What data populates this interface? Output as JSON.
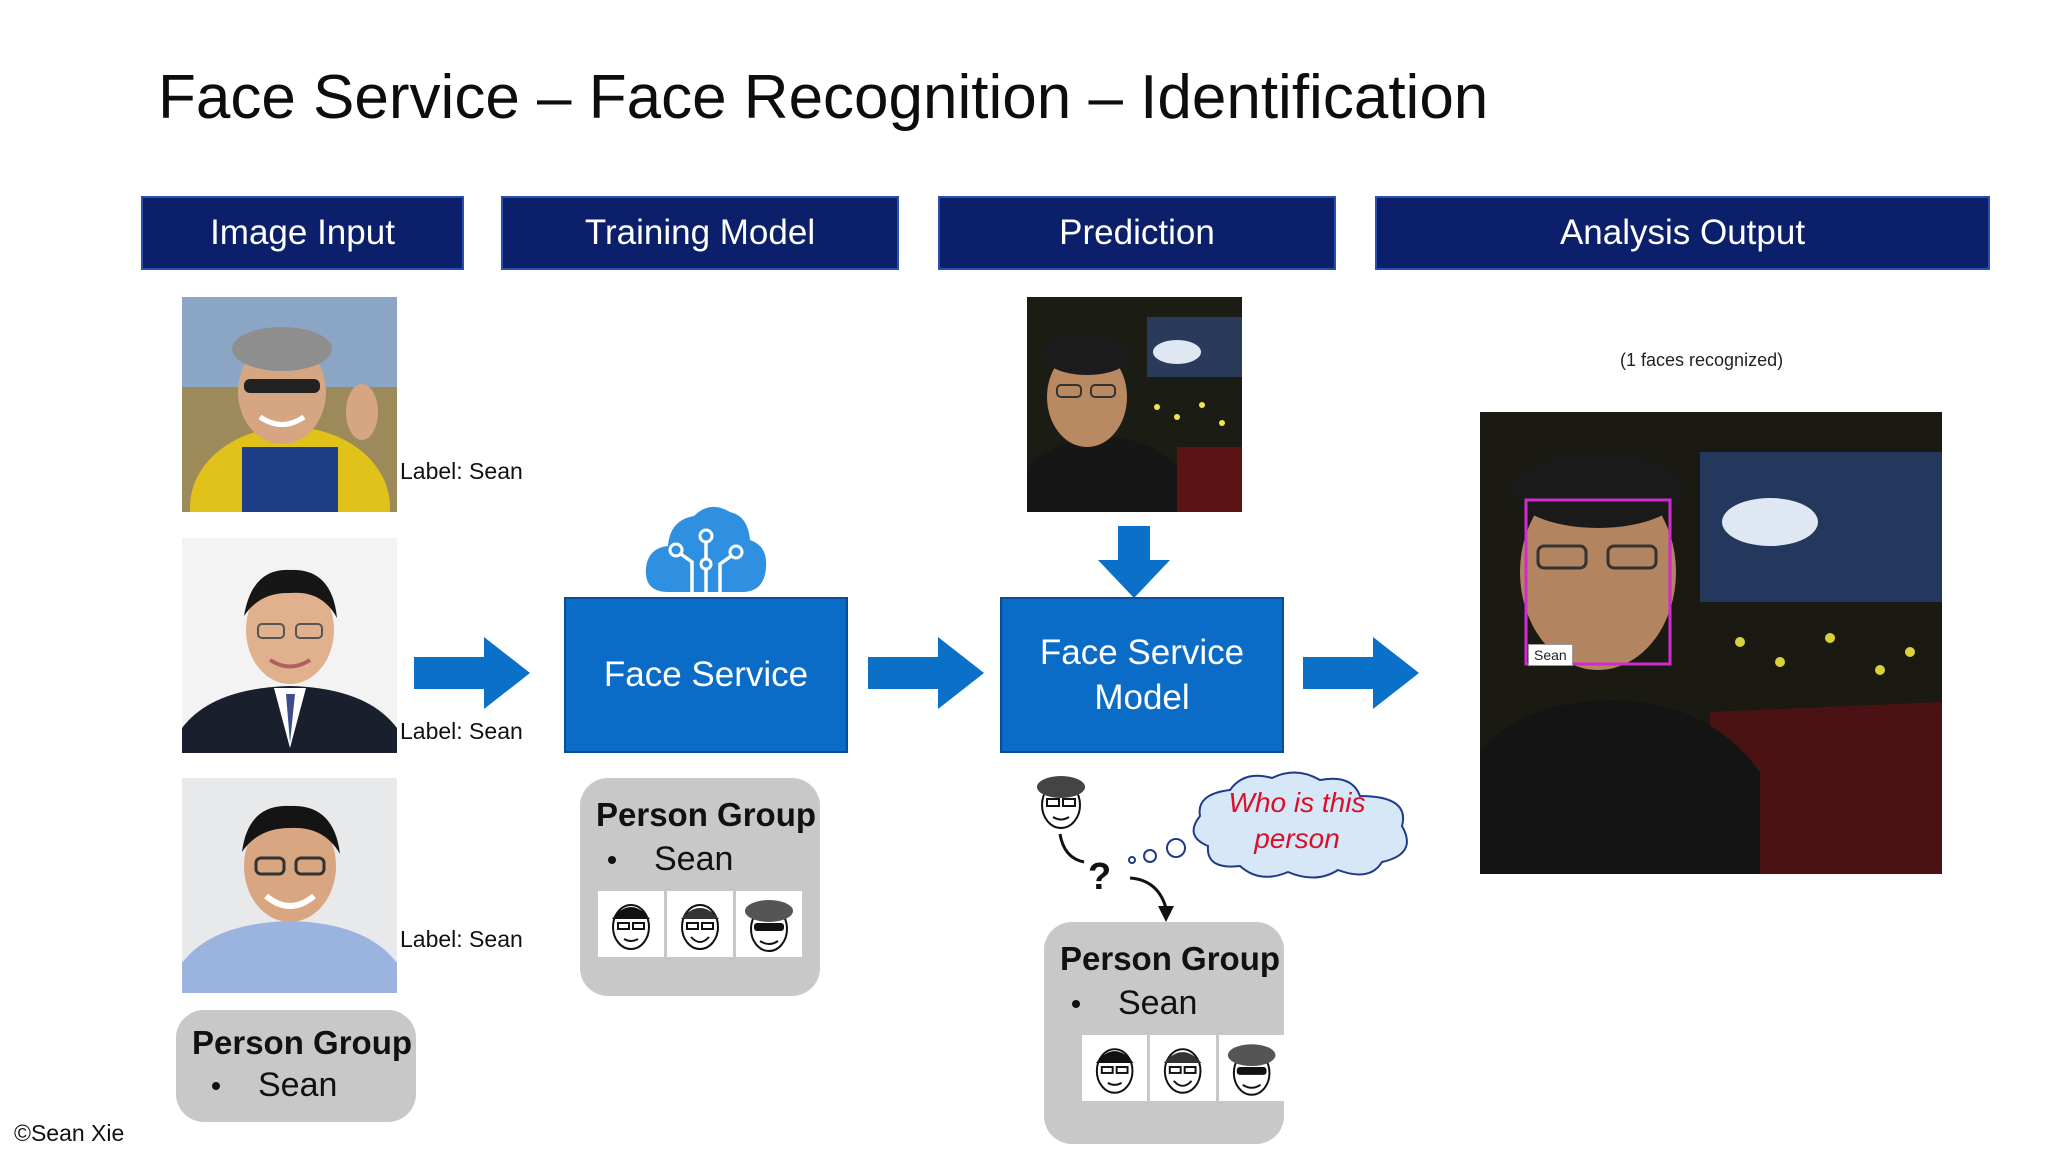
{
  "title": "Face Service – Face Recognition – Identification",
  "columns": {
    "image_input": "Image Input",
    "training_model": "Training Model",
    "prediction": "Prediction",
    "analysis_output": "Analysis Output"
  },
  "image_input": {
    "labels": [
      "Label: Sean",
      "Label: Sean",
      "Label: Sean"
    ],
    "person_group": {
      "title": "Person Group",
      "member": "Sean"
    }
  },
  "training": {
    "service_label": "Face Service",
    "person_group": {
      "title": "Person Group",
      "member": "Sean"
    }
  },
  "prediction": {
    "model_label": "Face Service Model",
    "question_mark": "?",
    "thought": "Who is this person",
    "person_group": {
      "title": "Person Group",
      "member": "Sean"
    }
  },
  "output": {
    "caption": "(1 faces recognized)",
    "face_tag": "Sean"
  },
  "copyright": "©Sean Xie",
  "colors": {
    "header_bg": "#0b1f6b",
    "box_blue": "#0b6cc7",
    "arrow_blue": "#0a70c8",
    "group_gray": "#c8c8c8",
    "thought_red": "#d8102a",
    "face_box": "#d02ad0"
  }
}
